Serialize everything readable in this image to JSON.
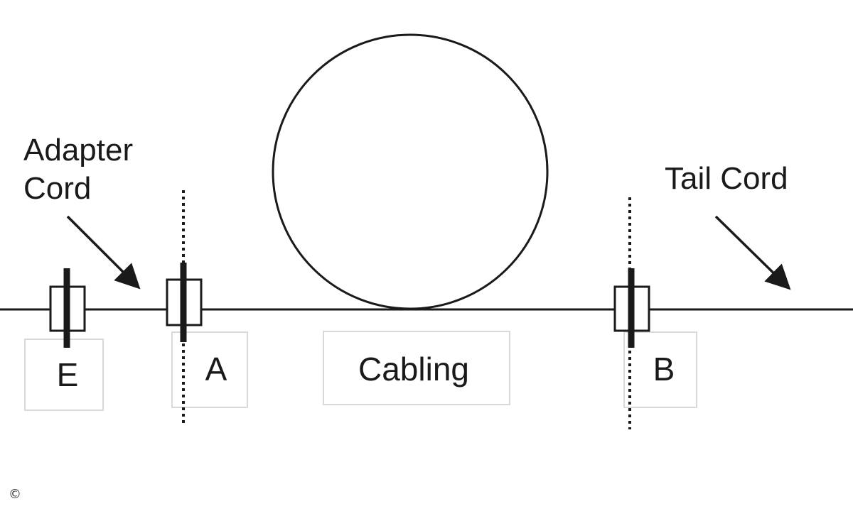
{
  "labels": {
    "adapter_cord_line1": "Adapter",
    "adapter_cord_line2": "Cord",
    "tail_cord": "Tail Cord",
    "cabling": "Cabling",
    "connector_e": "E",
    "connector_a": "A",
    "connector_b": "B"
  },
  "copyright_symbol": "©",
  "colors": {
    "line": "#1a1a1a",
    "box_border": "#d9d9d9",
    "background": "#ffffff"
  }
}
